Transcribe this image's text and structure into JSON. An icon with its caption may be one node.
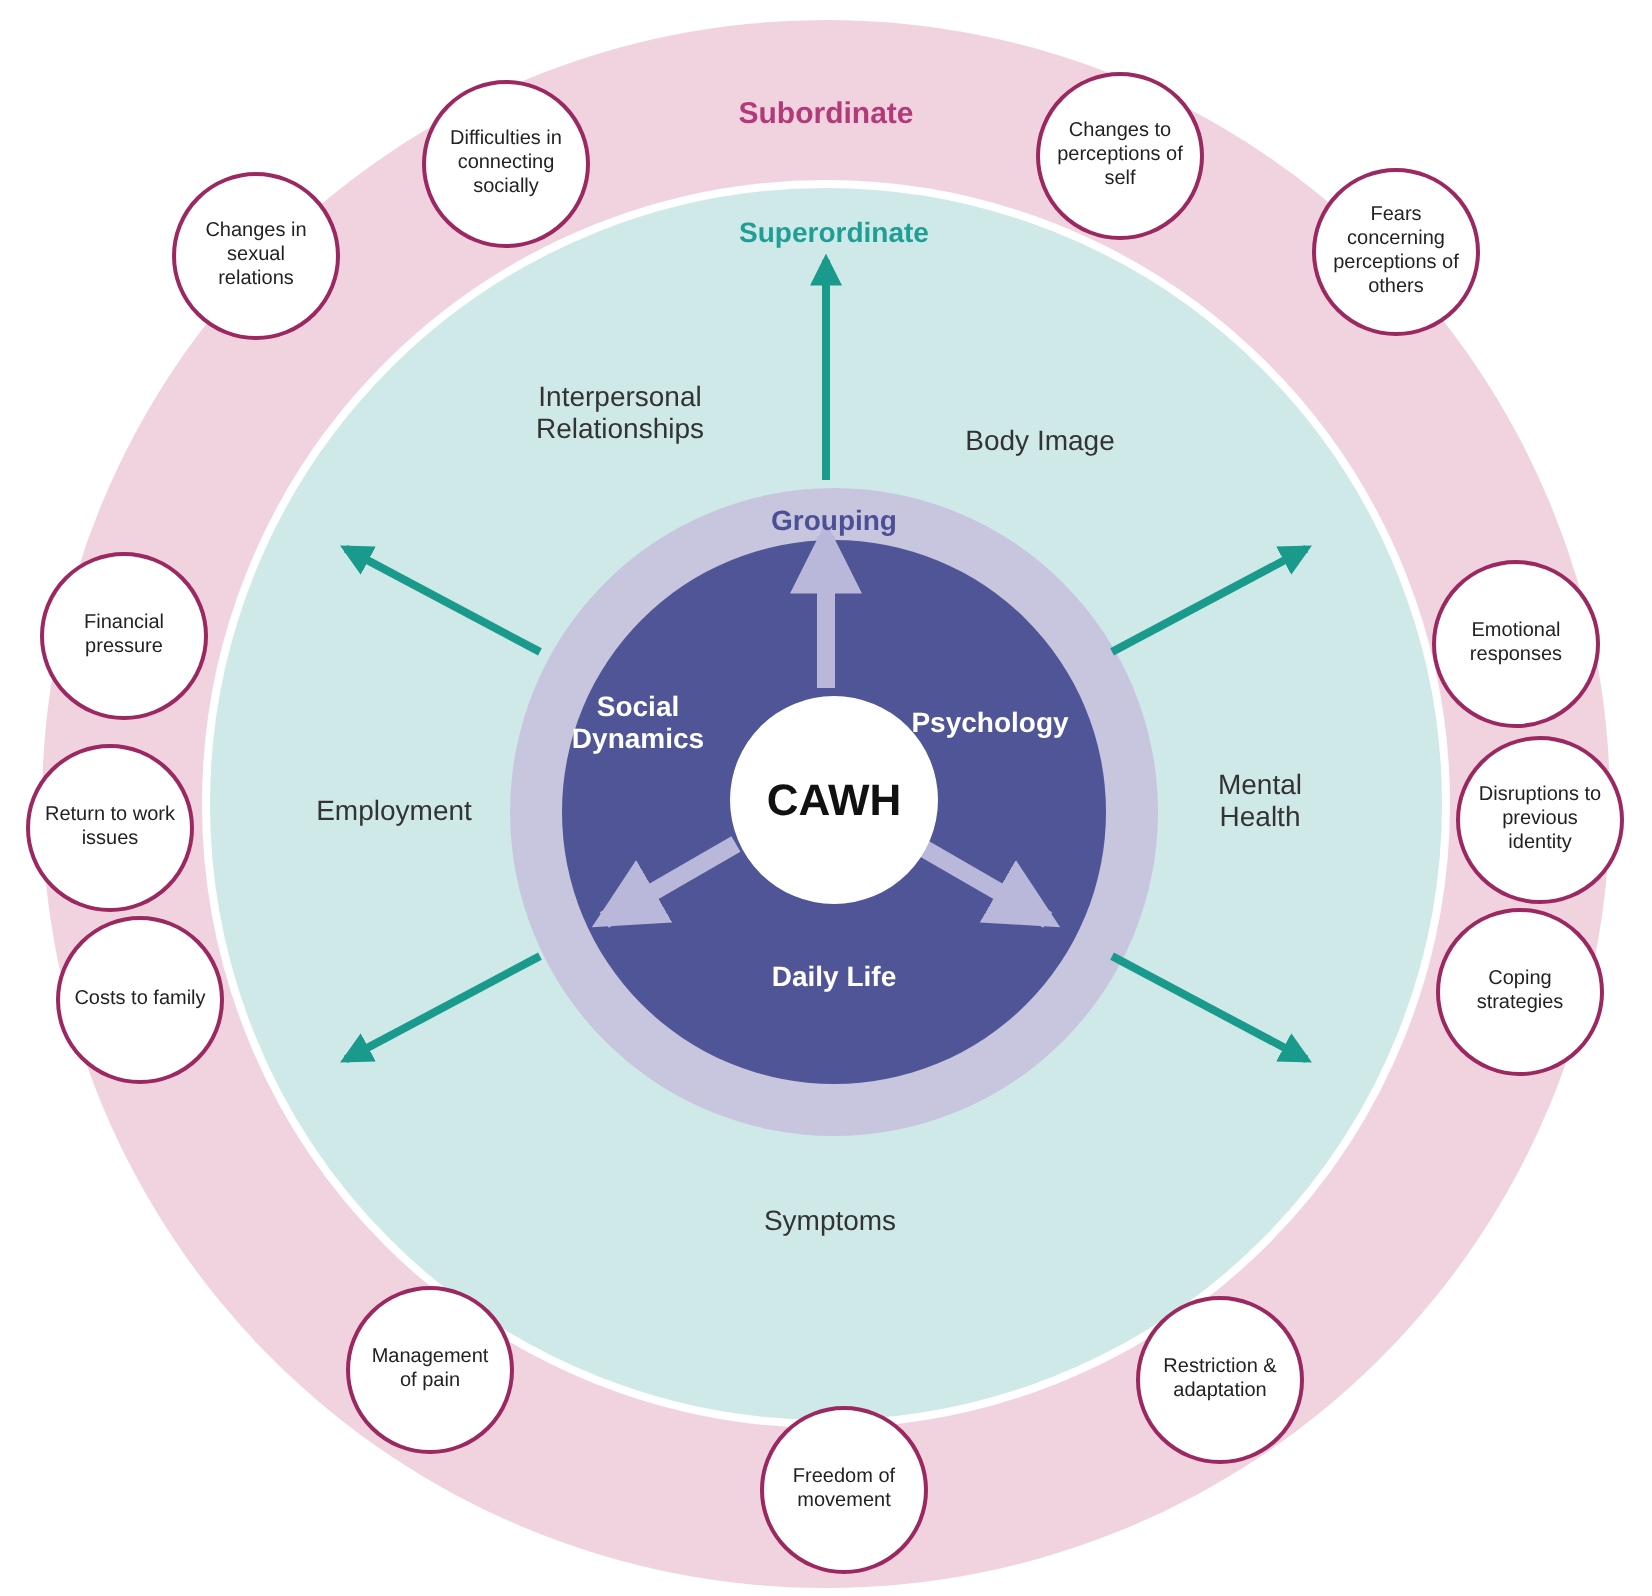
{
  "diagram": {
    "nodes": [
      {
        "text": [
          "Subordinate"
        ]
      },
      {
        "text": [
          "Superordinate"
        ],
        "in": 0
      },
      {
        "text": [
          "Grouping"
        ],
        "in": 1
      },
      {
        "text": [
          "Social Dynamics",
          "Psychology",
          "Daily Life"
        ],
        "in": 2
      },
      {
        "text": [
          "CAWH"
        ],
        "in": 3
      },
      {
        "text": [
          "Difficulties in connecting socially"
        ],
        "in": 0
      },
      {
        "text": [
          "Changes to perceptions of self"
        ],
        "in": 0
      },
      {
        "text": [
          "Changes in sexual relations"
        ],
        "in": 0
      },
      {
        "text": [
          "Fears concerning perceptions of others"
        ],
        "in": 0
      },
      {
        "text": [
          "Financial pressure"
        ],
        "in": 0
      },
      {
        "text": [
          "Emotional responses"
        ],
        "in": 0
      },
      {
        "text": [
          "Return to work issues"
        ],
        "in": 0
      },
      {
        "text": [
          "Disruptions to previous identity"
        ],
        "in": 0
      },
      {
        "text": [
          "Costs to family"
        ],
        "in": 0
      },
      {
        "text": [
          "Coping strategies"
        ],
        "in": 0
      },
      {
        "text": [
          "Management of pain"
        ],
        "in": 0
      },
      {
        "text": [
          "Restriction & adaptation"
        ],
        "in": 0
      },
      {
        "text": [
          "Freedom of movement"
        ],
        "in": 0
      }
    ],
    "edges": [
      {
        "from": 4,
        "to": null,
        "arrow": "to",
        "style": "thick",
        "color": "#b9b8da"
      },
      {
        "from": 4,
        "to": null,
        "arrow": "to",
        "style": "thick",
        "color": "#b9b8da"
      },
      {
        "from": 4,
        "to": null,
        "arrow": "to",
        "style": "thick",
        "color": "#b9b8da"
      },
      {
        "from": 2,
        "to": null,
        "arrow": "to"
      },
      {
        "from": 2,
        "to": null,
        "arrow": "to"
      },
      {
        "from": 2,
        "to": null,
        "arrow": "to"
      },
      {
        "from": 2,
        "to": null,
        "arrow": "to"
      },
      {
        "from": 2,
        "to": null,
        "arrow": "to"
      }
    ],
    "labels": [
      "Interpersonal Relationships",
      "Body Image",
      "Employment",
      "Mental Health",
      "Symptoms"
    ]
  }
}
